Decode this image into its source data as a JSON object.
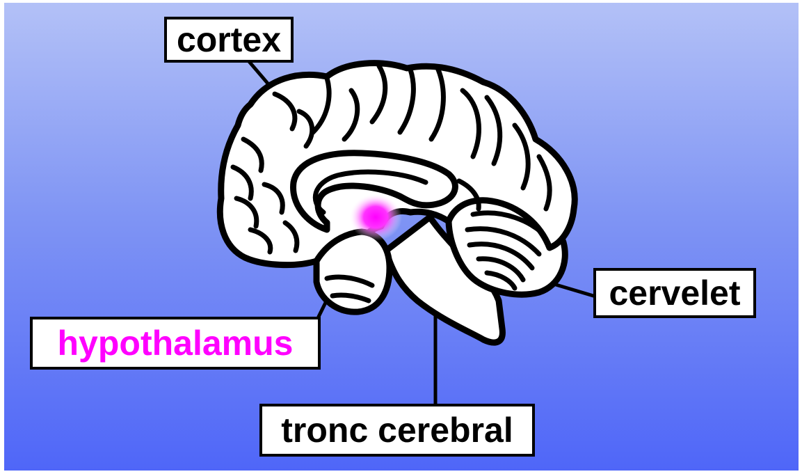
{
  "labels": {
    "cortex": "cortex",
    "cervelet": "cervelet",
    "hypothalamus": "hypothalamus",
    "tronc": "tronc cerebral"
  },
  "colors": {
    "highlight": "#ff00ff",
    "outline": "#000000",
    "label_bg": "#ffffff"
  }
}
